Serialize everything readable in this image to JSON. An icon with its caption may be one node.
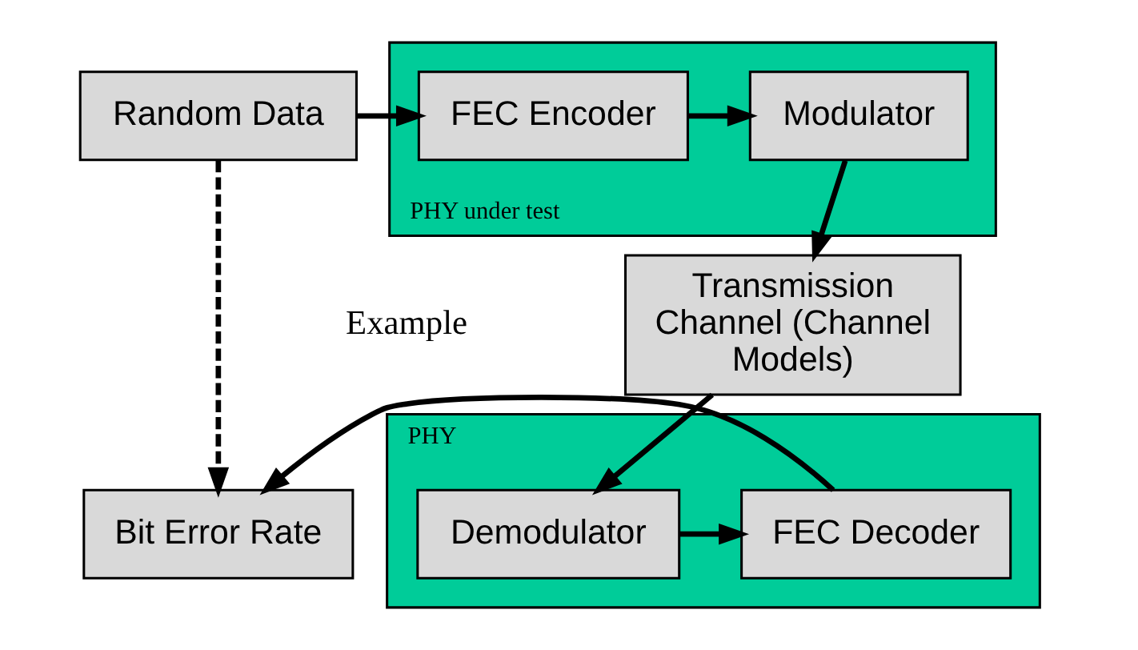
{
  "diagram": {
    "nodes": [
      {
        "text": [
          "Random Data"
        ]
      },
      {
        "text": [
          "PHY under test"
        ]
      },
      {
        "text": [
          "FEC Encoder"
        ],
        "in": 1
      },
      {
        "text": [
          "Modulator"
        ],
        "in": 1
      },
      {
        "text": [
          "Transmission Channel (Channel Models)"
        ]
      },
      {
        "text": [
          "Bit Error Rate"
        ]
      },
      {
        "text": [
          "PHY"
        ]
      },
      {
        "text": [
          "FEC Decoder"
        ],
        "in": 6
      },
      {
        "text": [
          "Demodulator"
        ],
        "in": 6
      }
    ],
    "edges": [
      {
        "from": 0,
        "to": 2,
        "arrow": "to"
      },
      {
        "from": 2,
        "to": 3,
        "arrow": "to"
      },
      {
        "from": 3,
        "to": 4,
        "arrow": "to"
      },
      {
        "from": 4,
        "to": 8,
        "arrow": "to"
      },
      {
        "from": 8,
        "to": 7,
        "arrow": "to"
      },
      {
        "from": 7,
        "to": 5,
        "arrow": "to"
      },
      {
        "from": 0,
        "to": 5,
        "arrow": "to",
        "style": "dashed"
      }
    ],
    "labels": [
      "Example"
    ]
  }
}
